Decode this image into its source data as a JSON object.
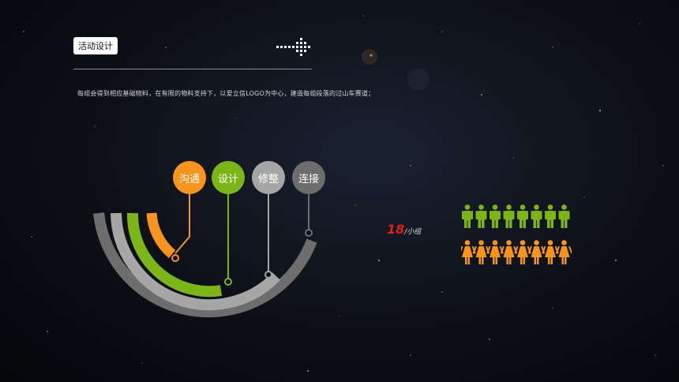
{
  "header": {
    "badge_label": "活动设计",
    "description": "每组会得到相应基础物料，在有限的物料支持下，以爱立信LOGO为中心，建造每组段落的过山车赛道；"
  },
  "steps": [
    {
      "label": "沟通",
      "color": "#f7941d"
    },
    {
      "label": "设计",
      "color": "#7cb518"
    },
    {
      "label": "修整",
      "color": "#a6a6a6"
    },
    {
      "label": "连接",
      "color": "#6d6d6d"
    }
  ],
  "groups": {
    "count": "18",
    "unit": "/小组",
    "male_color": "#7cb518",
    "female_color": "#f7941d",
    "male_icons": 8,
    "female_icons": 8
  },
  "icons": {
    "arrow": "dotted-arrow-icon",
    "male": "male-person-icon",
    "female": "female-person-icon"
  }
}
